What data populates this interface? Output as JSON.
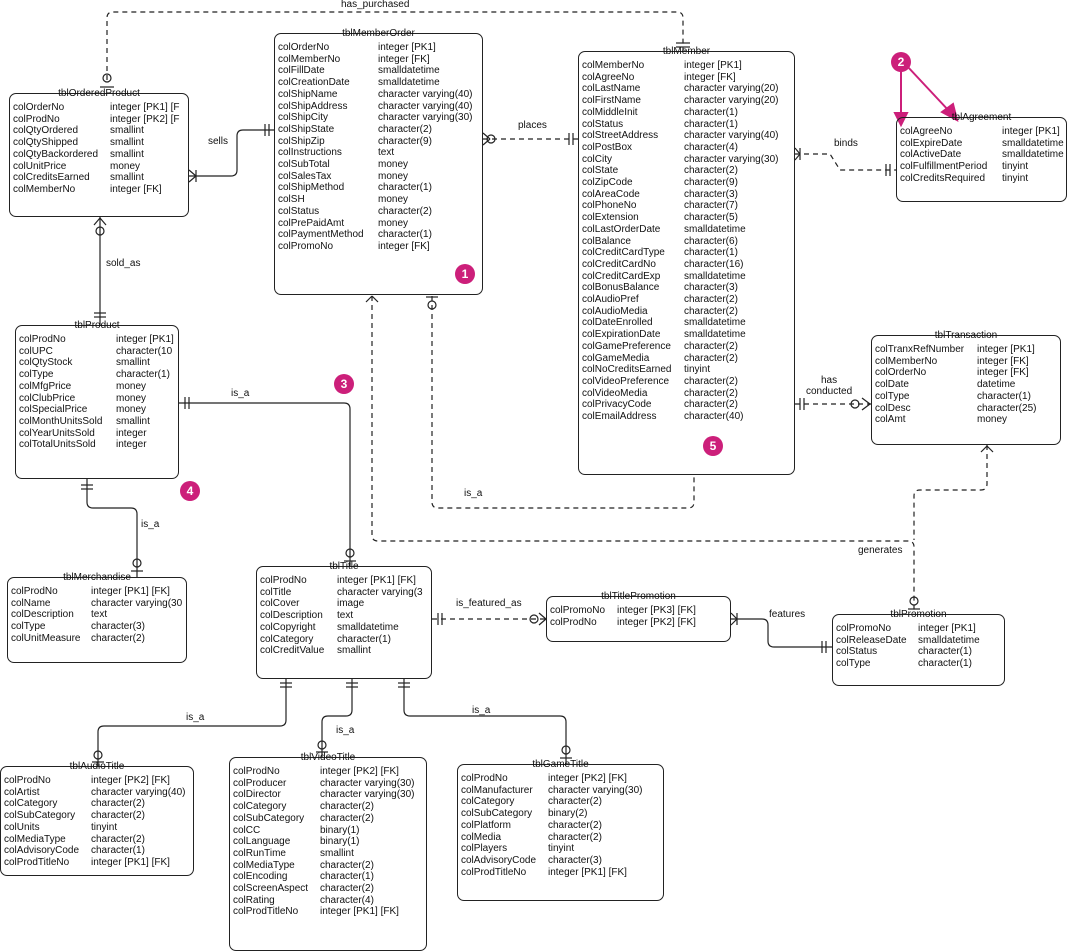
{
  "colors": {
    "line": "#222222",
    "badge": "#cc1f7a",
    "arrow": "#cc1f7a"
  },
  "tables": {
    "tblMemberOrder": {
      "name": "tblMemberOrder",
      "rows": [
        [
          "colOrderNo",
          "integer [PK1]"
        ],
        [
          "colMemberNo",
          "integer [FK]"
        ],
        [
          "colFillDate",
          "smalldatetime"
        ],
        [
          "colCreationDate",
          "smalldatetime"
        ],
        [
          "colShipName",
          "character varying(40)"
        ],
        [
          "colShipAddress",
          "character varying(40)"
        ],
        [
          "colShipCity",
          "character varying(30)"
        ],
        [
          "colShipState",
          "character(2)"
        ],
        [
          "colShipZip",
          "character(9)"
        ],
        [
          "colInstructions",
          "text"
        ],
        [
          "colSubTotal",
          "money"
        ],
        [
          "colSalesTax",
          "money"
        ],
        [
          "colShipMethod",
          "character(1)"
        ],
        [
          "colSH",
          "money"
        ],
        [
          "colStatus",
          "character(2)"
        ],
        [
          "colPrePaidAmt",
          "money"
        ],
        [
          "colPaymentMethod",
          "character(1)"
        ],
        [
          "colPromoNo",
          "integer [FK]"
        ]
      ]
    },
    "tblOrderedProduct": {
      "name": "tblOrderedProduct",
      "rows": [
        [
          "colOrderNo",
          "integer [PK1] [F"
        ],
        [
          "colProdNo",
          "integer [PK2] [F"
        ],
        [
          "colQtyOrdered",
          "smallint"
        ],
        [
          "colQtyShipped",
          "smallint"
        ],
        [
          "colQtyBackordered",
          "smallint"
        ],
        [
          "colUnitPrice",
          "money"
        ],
        [
          "colCreditsEarned",
          "smallint"
        ],
        [
          "colMemberNo",
          "integer [FK]"
        ]
      ]
    },
    "tblMember": {
      "name": "tblMember",
      "rows": [
        [
          "colMemberNo",
          "integer [PK1]"
        ],
        [
          "colAgreeNo",
          "integer [FK]"
        ],
        [
          "colLastName",
          "character varying(20)"
        ],
        [
          "colFirstName",
          "character varying(20)"
        ],
        [
          "colMiddleInit",
          "character(1)"
        ],
        [
          "colStatus",
          "character(1)"
        ],
        [
          "colStreetAddress",
          "character varying(40)"
        ],
        [
          "colPostBox",
          "character(4)"
        ],
        [
          "colCity",
          "character varying(30)"
        ],
        [
          "colState",
          "character(2)"
        ],
        [
          "colZipCode",
          "character(9)"
        ],
        [
          "colAreaCode",
          "character(3)"
        ],
        [
          "colPhoneNo",
          "character(7)"
        ],
        [
          "colExtension",
          "character(5)"
        ],
        [
          "colLastOrderDate",
          "smalldatetime"
        ],
        [
          "colBalance",
          "character(6)"
        ],
        [
          "colCreditCardType",
          "character(1)"
        ],
        [
          "colCreditCardNo",
          "character(16)"
        ],
        [
          "colCreditCardExp",
          "smalldatetime"
        ],
        [
          "colBonusBalance",
          "character(3)"
        ],
        [
          "colAudioPref",
          "character(2)"
        ],
        [
          "colAudioMedia",
          "character(2)"
        ],
        [
          "colDateEnrolled",
          "smalldatetime"
        ],
        [
          "colExpirationDate",
          "smalldatetime"
        ],
        [
          "colGamePreference",
          "character(2)"
        ],
        [
          "colGameMedia",
          "character(2)"
        ],
        [
          "colNoCreditsEarned",
          "tinyint"
        ],
        [
          "colVideoPreference",
          "character(2)"
        ],
        [
          "colVideoMedia",
          "character(2)"
        ],
        [
          "colPrivacyCode",
          "character(2)"
        ],
        [
          "colEmailAddress",
          "character(40)"
        ]
      ]
    },
    "tblAgreement": {
      "name": "tblAgreement",
      "rows": [
        [
          "colAgreeNo",
          "integer [PK1]"
        ],
        [
          "colExpireDate",
          "smalldatetime"
        ],
        [
          "colActiveDate",
          "smalldatetime"
        ],
        [
          "colFulfillmentPeriod",
          "tinyint"
        ],
        [
          "colCreditsRequired",
          "tinyint"
        ]
      ]
    },
    "tblProduct": {
      "name": "tblProduct",
      "rows": [
        [
          "colProdNo",
          "integer [PK1]"
        ],
        [
          "colUPC",
          "character(10"
        ],
        [
          "colQtyStock",
          "smallint"
        ],
        [
          "colType",
          "character(1)"
        ],
        [
          "colMfgPrice",
          "money"
        ],
        [
          "colClubPrice",
          "money"
        ],
        [
          "colSpecialPrice",
          "money"
        ],
        [
          "colMonthUnitsSold",
          "smallint"
        ],
        [
          "colYearUnitsSold",
          "integer"
        ],
        [
          "colTotalUnitsSold",
          "integer"
        ]
      ]
    },
    "tblTransaction": {
      "name": "tblTransaction",
      "rows": [
        [
          "colTranxRefNumber",
          "integer [PK1]"
        ],
        [
          "colMemberNo",
          "integer [FK]"
        ],
        [
          "colOrderNo",
          "integer [FK]"
        ],
        [
          "colDate",
          "datetime"
        ],
        [
          "colType",
          "character(1)"
        ],
        [
          "colDesc",
          "character(25)"
        ],
        [
          "colAmt",
          "money"
        ]
      ]
    },
    "tblMerchandise": {
      "name": "tblMerchandise",
      "rows": [
        [
          "colProdNo",
          "integer [PK1] [FK]"
        ],
        [
          "colName",
          "character varying(30"
        ],
        [
          "colDescription",
          "text"
        ],
        [
          "colType",
          "character(3)"
        ],
        [
          "colUnitMeasure",
          "character(2)"
        ]
      ]
    },
    "tblTitle": {
      "name": "tblTitle",
      "rows": [
        [
          "colProdNo",
          "integer [PK1] [FK]"
        ],
        [
          "colTitle",
          "character varying(3"
        ],
        [
          "colCover",
          "image"
        ],
        [
          "colDescription",
          "text"
        ],
        [
          "colCopyright",
          "smalldatetime"
        ],
        [
          "colCategory",
          "character(1)"
        ],
        [
          "colCreditValue",
          "smallint"
        ]
      ]
    },
    "tblTitlePromotion": {
      "name": "tblTitlePromotion",
      "rows": [
        [
          "colPromoNo",
          "integer [PK3] [FK]"
        ],
        [
          "colProdNo",
          "integer [PK2] [FK]"
        ]
      ]
    },
    "tblPromotion": {
      "name": "tblPromotion",
      "rows": [
        [
          "colPromoNo",
          "integer [PK1]"
        ],
        [
          "colReleaseDate",
          "smalldatetime"
        ],
        [
          "colStatus",
          "character(1)"
        ],
        [
          "colType",
          "character(1)"
        ]
      ]
    },
    "tblAudioTitle": {
      "name": "tblAudioTitle",
      "rows": [
        [
          "colProdNo",
          "integer [PK2] [FK]"
        ],
        [
          "colArtist",
          "character varying(40)"
        ],
        [
          "colCategory",
          "character(2)"
        ],
        [
          "colSubCategory",
          "character(2)"
        ],
        [
          "colUnits",
          "tinyint"
        ],
        [
          "colMediaType",
          "character(2)"
        ],
        [
          "colAdvisoryCode",
          "character(1)"
        ],
        [
          "colProdTitleNo",
          "integer [PK1] [FK]"
        ]
      ]
    },
    "tblVideoTitle": {
      "name": "tblVideoTitle",
      "rows": [
        [
          "colProdNo",
          "integer [PK2] [FK]"
        ],
        [
          "colProducer",
          "character varying(30)"
        ],
        [
          "colDirector",
          "character varying(30)"
        ],
        [
          "colCategory",
          "character(2)"
        ],
        [
          "colSubCategory",
          "character(2)"
        ],
        [
          "colCC",
          "binary(1)"
        ],
        [
          "colLanguage",
          "binary(1)"
        ],
        [
          "colRunTime",
          "smallint"
        ],
        [
          "colMediaType",
          "character(2)"
        ],
        [
          "colEncoding",
          "character(1)"
        ],
        [
          "colScreenAspect",
          "character(2)"
        ],
        [
          "colRating",
          "character(4)"
        ],
        [
          "colProdTitleNo",
          "integer [PK1] [FK]"
        ]
      ]
    },
    "tblGameTitle": {
      "name": "tblGameTitle",
      "rows": [
        [
          "colProdNo",
          "integer [PK2] [FK]"
        ],
        [
          "colManufacturer",
          "character varying(30)"
        ],
        [
          "colCategory",
          "character(2)"
        ],
        [
          "colSubCategory",
          "binary(2)"
        ],
        [
          "colPlatform",
          "character(2)"
        ],
        [
          "colMedia",
          "character(2)"
        ],
        [
          "colPlayers",
          "tinyint"
        ],
        [
          "colAdvisoryCode",
          "character(3)"
        ],
        [
          "colProdTitleNo",
          "integer [PK1] [FK]"
        ]
      ]
    }
  },
  "relationships": {
    "has_purchased": "has_purchased",
    "sells": "sells",
    "places": "places",
    "binds": "binds",
    "sold_as": "sold_as",
    "is_a_title": "is_a",
    "is_a_merch": "is_a",
    "is_a_member": "is_a",
    "has_conducted_1": "has",
    "has_conducted_2": "conducted",
    "generates": "generates",
    "is_featured_as": "is_featured_as",
    "features": "features",
    "is_a_audio": "is_a",
    "is_a_video": "is_a",
    "is_a_game": "is_a"
  },
  "badges": {
    "b1": "1",
    "b2": "2",
    "b3": "3",
    "b4": "4",
    "b5": "5"
  }
}
